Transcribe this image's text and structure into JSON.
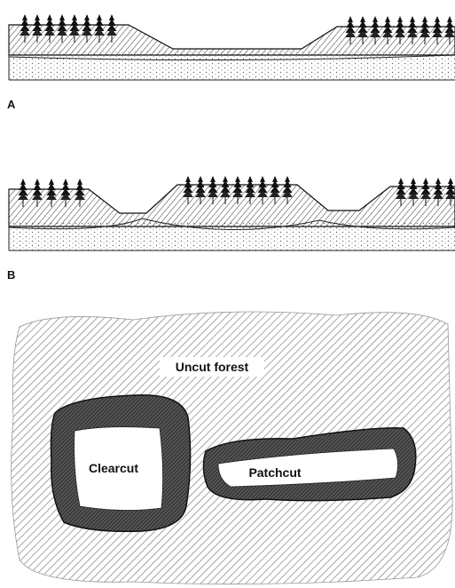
{
  "labels": {
    "panel_a": "A",
    "panel_b": "B",
    "uncut_forest": "Uncut forest",
    "clearcut": "Clearcut",
    "patchcut": "Patchcut"
  },
  "colors": {
    "ink": "#111111",
    "hatch_light": "#9a9a9a",
    "hatch_dark": "#3a3a3a",
    "soil_dots": "#777777",
    "opening": "#ffffff"
  },
  "icons": {
    "tree": "conifer-tree-icon"
  }
}
